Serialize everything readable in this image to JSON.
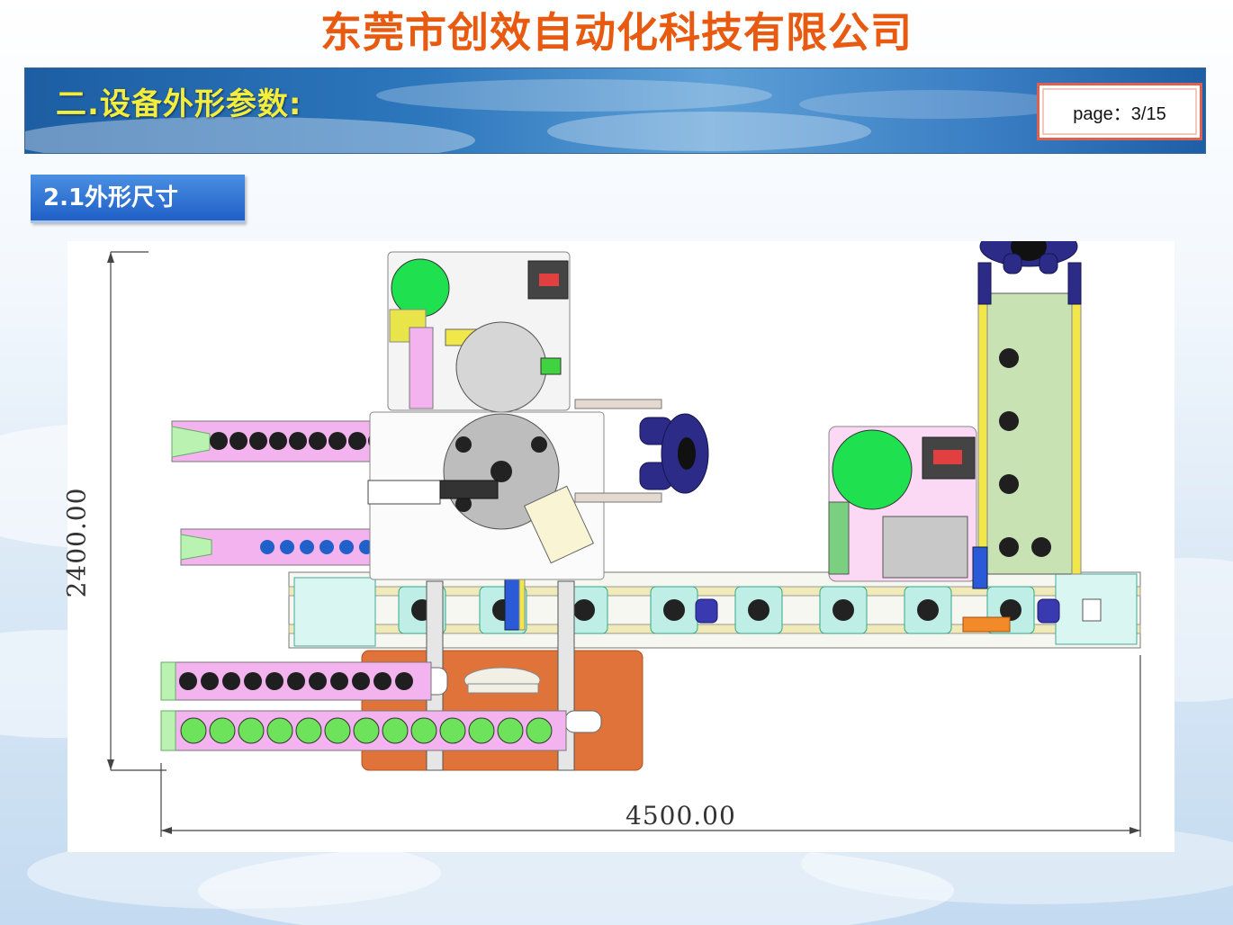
{
  "header": {
    "company_name": "东莞市创效自动化科技有限公司",
    "section_title": "二.设备外形参数:",
    "page_indicator": "page：3/15"
  },
  "subsection": {
    "label": "2.1外形尺寸"
  },
  "drawing": {
    "width_dimension": "4500.00",
    "height_dimension": "2400.00"
  },
  "colors": {
    "company_title": "#e85a10",
    "section_title": "#f4ee3a",
    "tab_background": "#1f5fc7",
    "conveyor_pink": "#f3b3ee",
    "roller_green": "#6de25b",
    "robot_navy": "#2c2c88",
    "base_plate": "#e0733a"
  },
  "icons": [
    "robot-gripper-icon",
    "rotary-table-icon",
    "roller-disc-icon",
    "display-screen-icon"
  ]
}
